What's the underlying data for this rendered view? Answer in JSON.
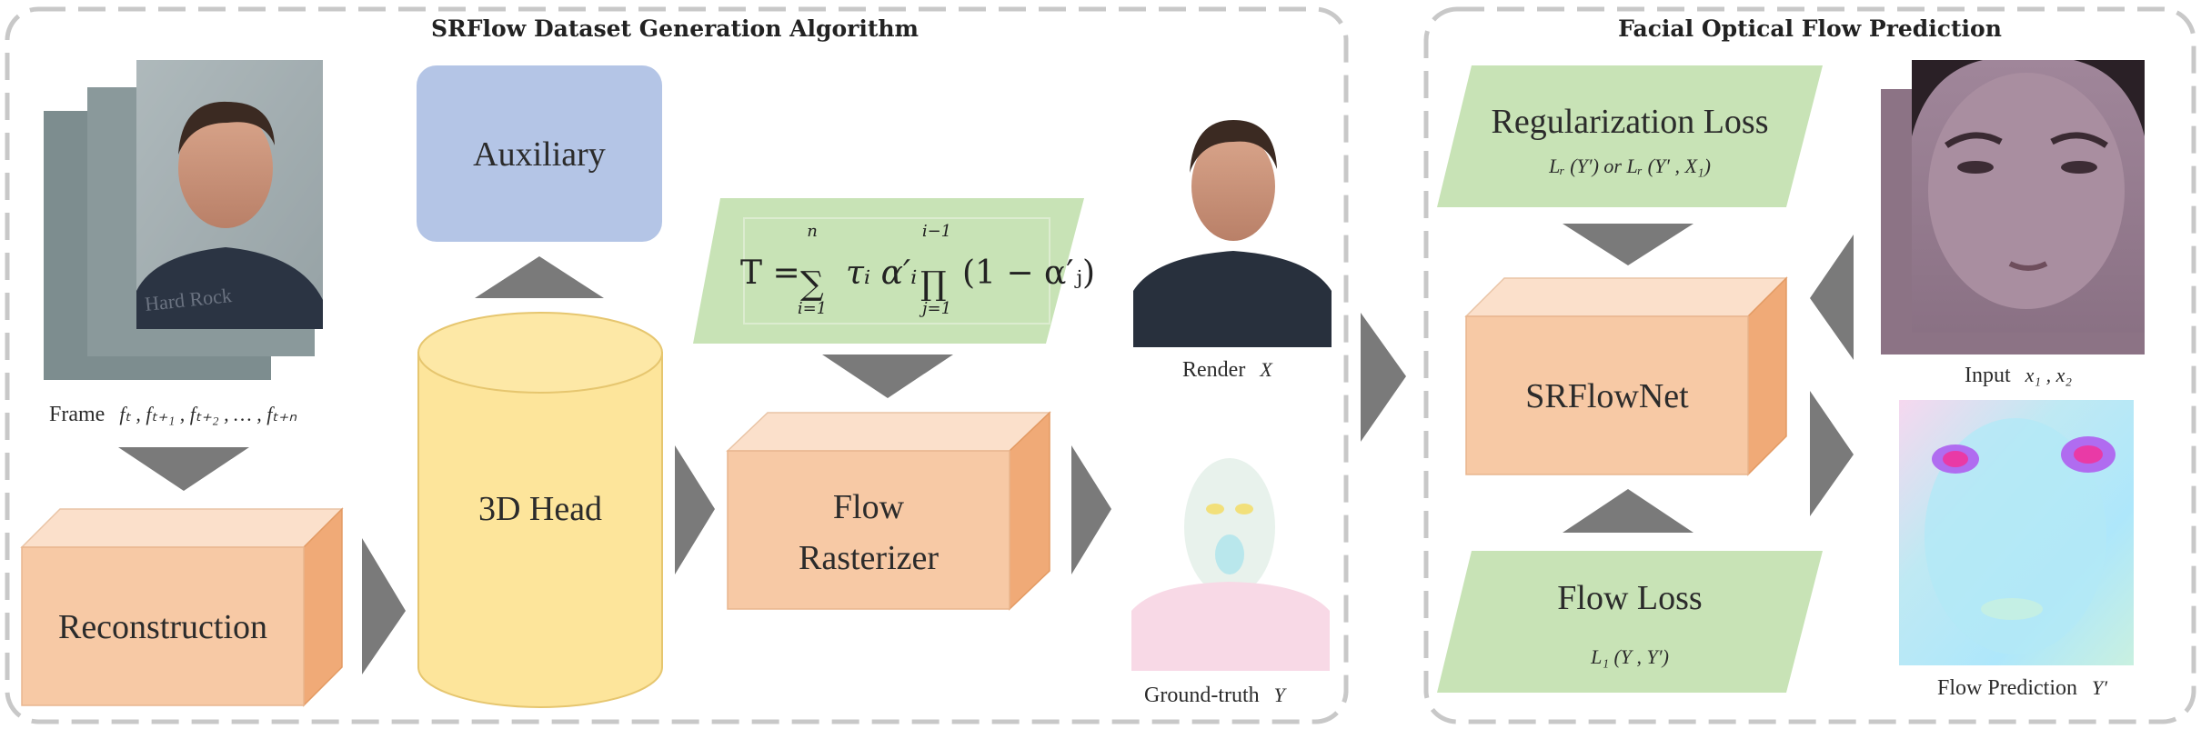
{
  "panels": {
    "left_title": "SRFlow Dataset Generation Algorithm",
    "right_title": "Facial Optical Flow Prediction"
  },
  "nodes": {
    "reconstruction": "Reconstruction",
    "head3d": "3D Head",
    "auxiliary": "Auxiliary",
    "flow_rasterizer_1": "Flow",
    "flow_rasterizer_2": "Rasterizer",
    "srflownet": "SRFlowNet",
    "regularization_loss": "Regularization Loss",
    "regularization_formula": "Lᵣ (Y′) or Lᵣ (Y′ , X₁)",
    "flow_loss": "Flow Loss",
    "flow_loss_formula": "L₁ (Y , Y′)"
  },
  "equation": {
    "lhs": "T =",
    "sum_top": "n",
    "sum_bottom": "i=1",
    "term": "τᵢ α′ᵢ",
    "prod_top": "i−1",
    "prod_bottom": "j=1",
    "factor": "(1 − α′ⱼ)"
  },
  "captions": {
    "frame_label": "Frame",
    "frame_seq": "fₜ , fₜ₊₁ , fₜ₊₂ , … , fₜ₊ₙ",
    "render_label": "Render",
    "render_var": "X",
    "gt_label": "Ground-truth",
    "gt_var": "Y",
    "input_label": "Input",
    "input_var": "x₁ , x₂",
    "pred_label": "Flow Prediction",
    "pred_var": "Y′"
  },
  "colors": {
    "orange_front": "#f7c9a5",
    "orange_top": "#fbe0cb",
    "orange_side": "#f0aa77",
    "yellow": "#fde59b",
    "blue": "#b4c5e6",
    "green": "#c8e3b6",
    "arrow": "#7a7a7a",
    "frame": "#c8c8c8"
  }
}
